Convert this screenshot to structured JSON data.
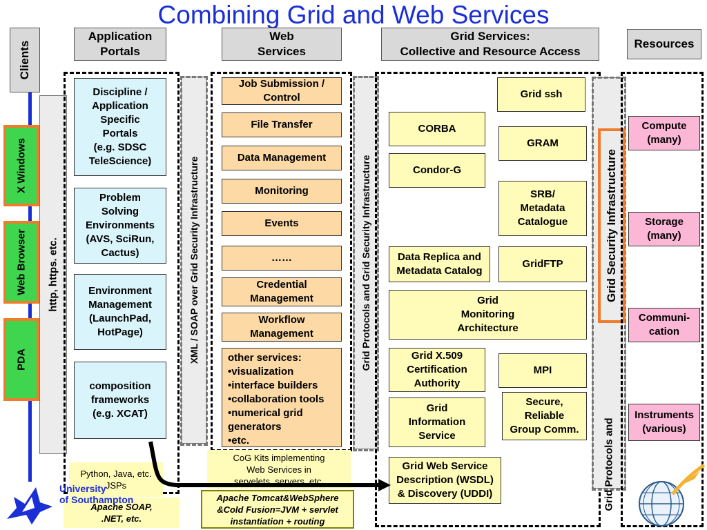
{
  "title": "Combining Grid and Web Services",
  "headers": {
    "clients": "Clients",
    "app_portals": "Application\nPortals",
    "web_services": "Web\nServices",
    "grid_services": "Grid Services:\nCollective and Resource Access",
    "resources": "Resources"
  },
  "clients": [
    "X Windows",
    "Web Browser",
    "PDA"
  ],
  "vertical_labels": {
    "http": "http, https. etc.",
    "xml_soap": "XML / SOAP over Grid Security Infrastructure",
    "grid_protocols": "Grid Protocols and Grid Security Infrastructure",
    "grid_protocols_right": "Grid Protocols and",
    "gsi": "Grid Security Infrastructure"
  },
  "portals": [
    "Discipline /\nApplication\nSpecific\nPortals\n(e.g. SDSC\nTeleScience)",
    "Problem\nSolving\nEnvironments\n(AVS, SciRun,\nCactus)",
    "Environment\nManagement\n(LaunchPad,\nHotPage)",
    "composition\nframeworks\n(e.g. XCAT)"
  ],
  "web_services": [
    "Job Submission /\nControl",
    "File Transfer",
    "Data Management",
    "Monitoring",
    "Events",
    "……",
    "Credential\nManagement",
    "Workflow\nManagement"
  ],
  "other_services": "other services:\n•visualization\n•interface builders\n•collaboration tools\n•numerical grid\n   generators\n•etc.",
  "grid_services": {
    "grid_ssh": "Grid ssh",
    "corba": "CORBA",
    "gram": "GRAM",
    "condor": "Condor-G",
    "srb": "SRB/\nMetadata\nCatalogue",
    "replica": "Data Replica and\nMetadata Catalog",
    "gridftp": "GridFTP",
    "monitoring": "Grid\nMonitoring\nArchitecture",
    "x509": "Grid X.509\nCertification\nAuthority",
    "mpi": "MPI",
    "info": "Grid\nInformation\nService",
    "secure": "Secure,\nReliable\nGroup Comm.",
    "wsdl": "Grid Web Service\nDescription (WSDL)\n& Discovery (UDDI)"
  },
  "resources": [
    "Compute\n(many)",
    "Storage\n(many)",
    "Communi-\ncation",
    "Instruments\n(various)"
  ],
  "notes": {
    "python": "Python, Java, etc.\nJSPs",
    "apache_soap": "Apache SOAP,\n.NET, etc.",
    "cog": "CoG Kits implementing\nWeb Services in\nservelets, servers, etc.",
    "tomcat": "Apache Tomcat&WebSphere\n&Cold Fusion=JVM + servlet\ninstantiation + routing"
  },
  "logo": {
    "line1": "University",
    "line2": "of Southampton"
  },
  "colors": {
    "title": "#1a2fd6",
    "client_fill": "#3fd54e",
    "client_border": "#f07b2a",
    "gsi_border": "#f07b2a",
    "blue_bar": "#1a2fd6"
  }
}
